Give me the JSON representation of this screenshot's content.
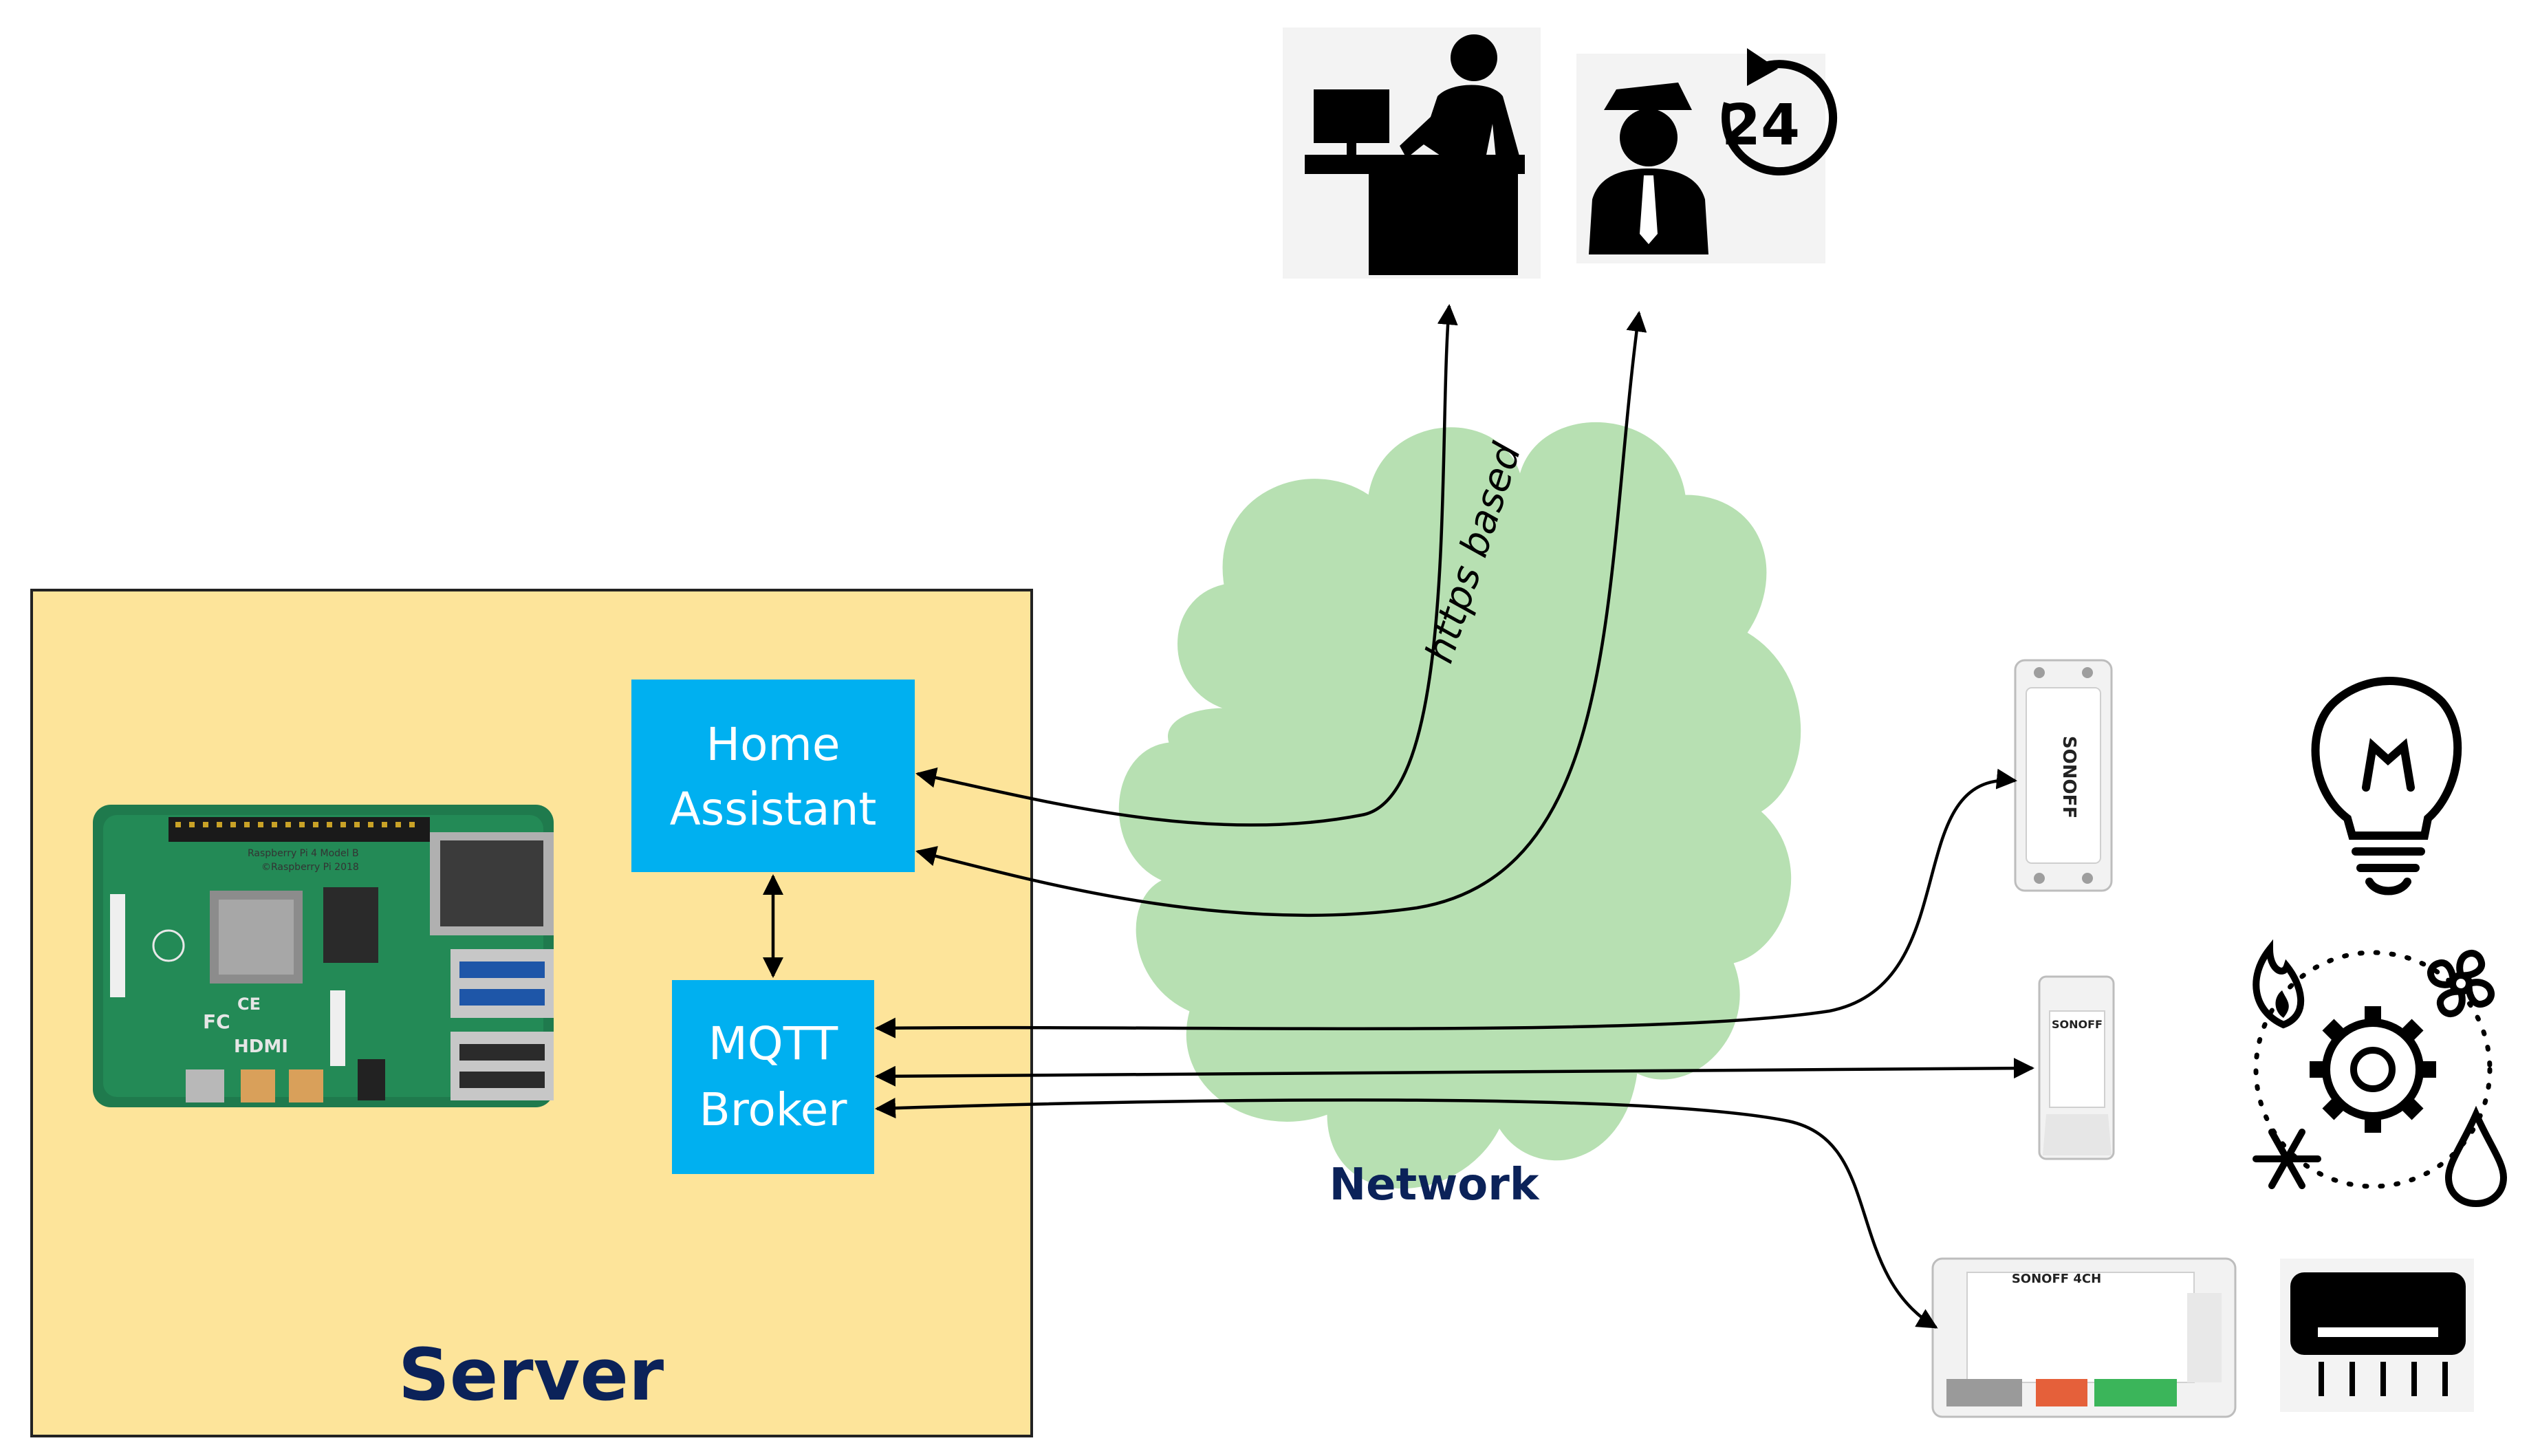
{
  "server": {
    "title": "Server",
    "home_assistant_line1": "Home",
    "home_assistant_line2": "Assistant",
    "mqtt_line1": "MQTT",
    "mqtt_line2": "Broker"
  },
  "network": {
    "label": "Network"
  },
  "connection": {
    "label": "https based"
  },
  "colors": {
    "server_fill": "#fde49a",
    "box_fill": "#00b0f0",
    "cloud_fill": "#b7e0b2",
    "label_dark": "#0b2259"
  },
  "icons": [
    "raspberry-pi-board-icon",
    "desk-operator-icon",
    "security-guard-24h-icon",
    "sonoff-basic-switch-icon",
    "sonoff-pow-switch-icon",
    "sonoff-4ch-switch-icon",
    "light-bulb-icon",
    "climate-control-icon",
    "air-conditioner-icon"
  ],
  "board_markings": {
    "title": "Raspberry Pi 4 Model B",
    "copyright": "©Raspberry Pi 2018",
    "hdmi": "HDMI",
    "fcc": "FC",
    "ce": "CE"
  },
  "device_markings": {
    "sonoff": "SONOFF",
    "sonoff_4ch": "SONOFF 4CH"
  }
}
